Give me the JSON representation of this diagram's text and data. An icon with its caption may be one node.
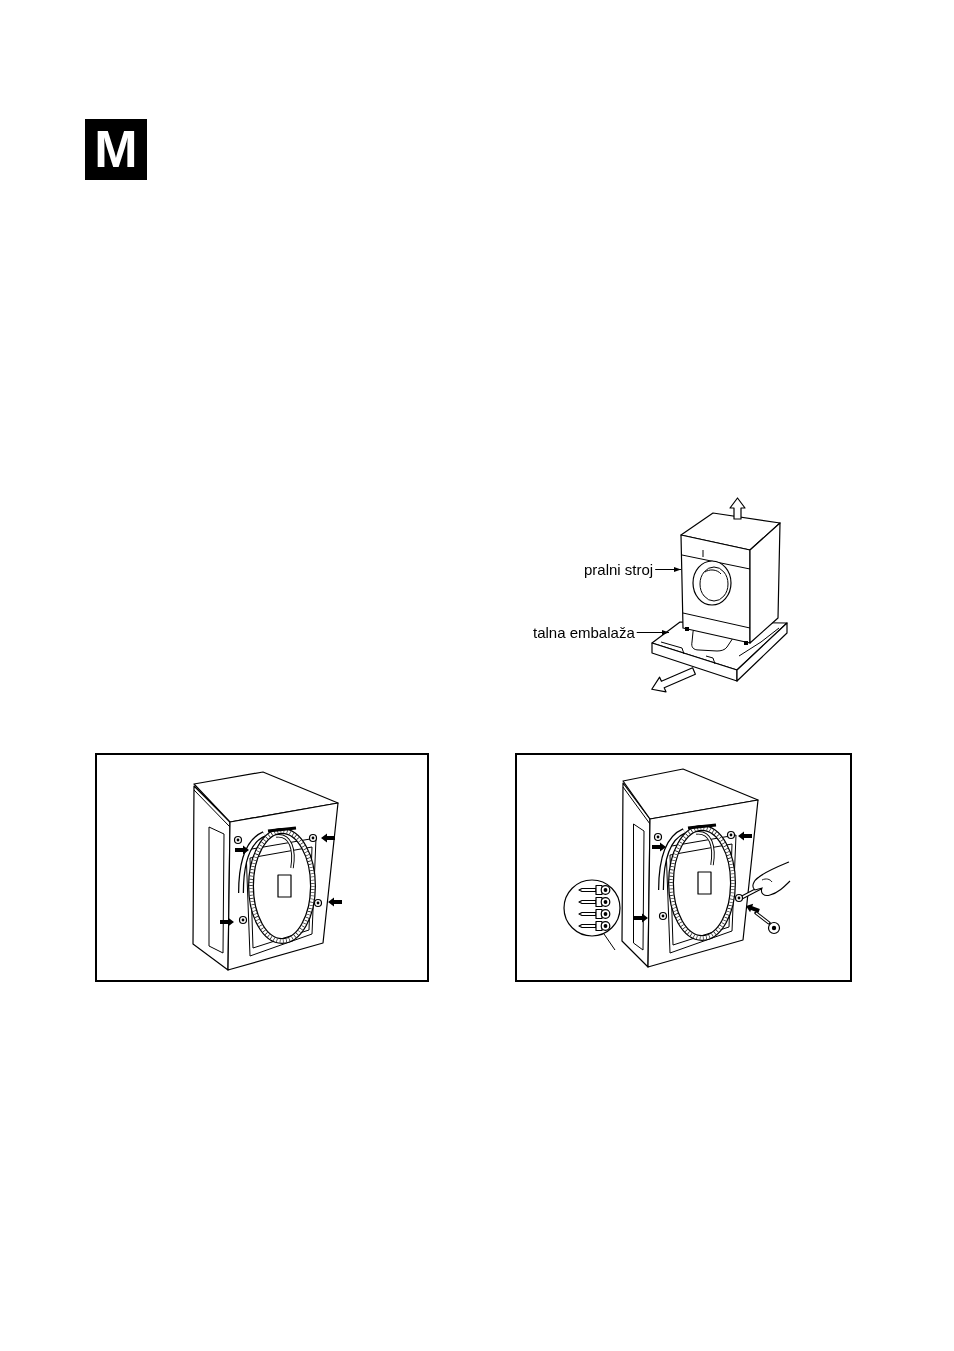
{
  "diagram": {
    "nodes": [
      {
        "text": [
          "M"
        ]
      },
      {
        "text": [
          "pralni stroj"
        ]
      },
      {
        "text": [],
        "shape": "picture"
      },
      {
        "text": [
          "talna embalaža"
        ]
      },
      {
        "text": [],
        "shape": "picture"
      }
    ],
    "edges": [
      {
        "from": 1,
        "to": 2,
        "arrow": "to"
      },
      {
        "from": 3,
        "to": 4,
        "arrow": "to"
      }
    ]
  }
}
